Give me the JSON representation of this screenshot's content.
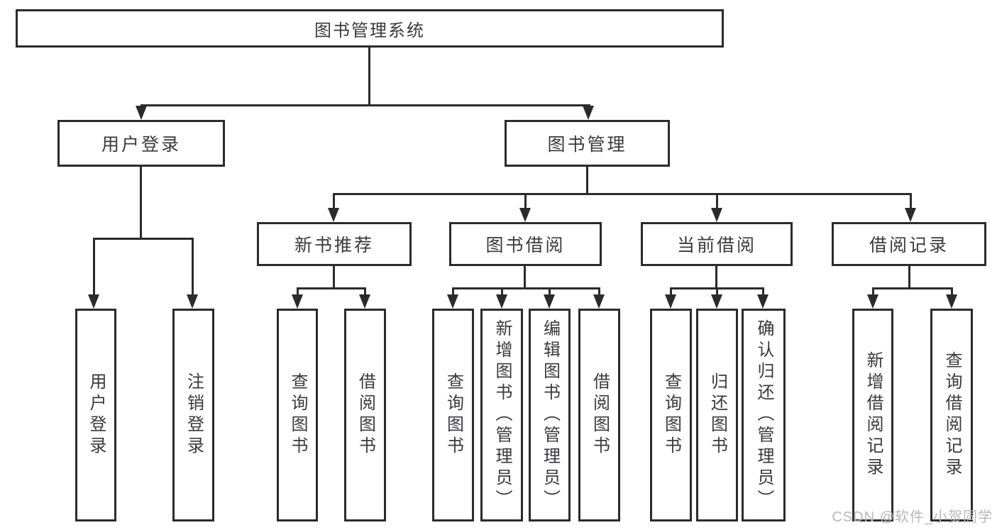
{
  "tree": {
    "root": "图书管理系统",
    "children": [
      {
        "label": "用户登录",
        "children": [
          {
            "label": "用户登录"
          },
          {
            "label": "注销登录"
          }
        ]
      },
      {
        "label": "图书管理",
        "children": [
          {
            "label": "新书推荐",
            "children": [
              {
                "label": "查询图书"
              },
              {
                "label": "借阅图书"
              }
            ]
          },
          {
            "label": "图书借阅",
            "children": [
              {
                "label": "查询图书"
              },
              {
                "label": "新增图书（管理员）"
              },
              {
                "label": "编辑图书（管理员）"
              },
              {
                "label": "借阅图书"
              }
            ]
          },
          {
            "label": "当前借阅",
            "children": [
              {
                "label": "查询图书"
              },
              {
                "label": "归还图书"
              },
              {
                "label": "确认归还（管理员）"
              }
            ]
          },
          {
            "label": "借阅记录",
            "children": [
              {
                "label": "新增借阅记录"
              },
              {
                "label": "查询借阅记录"
              }
            ]
          }
        ]
      }
    ]
  },
  "watermark": {
    "text": "CSDN @软件_小贺同学"
  },
  "colors": {
    "line": "#2b2b2b",
    "text": "#3a3a3e",
    "background": "#ffffff",
    "watermark": "#b9b9b9"
  }
}
